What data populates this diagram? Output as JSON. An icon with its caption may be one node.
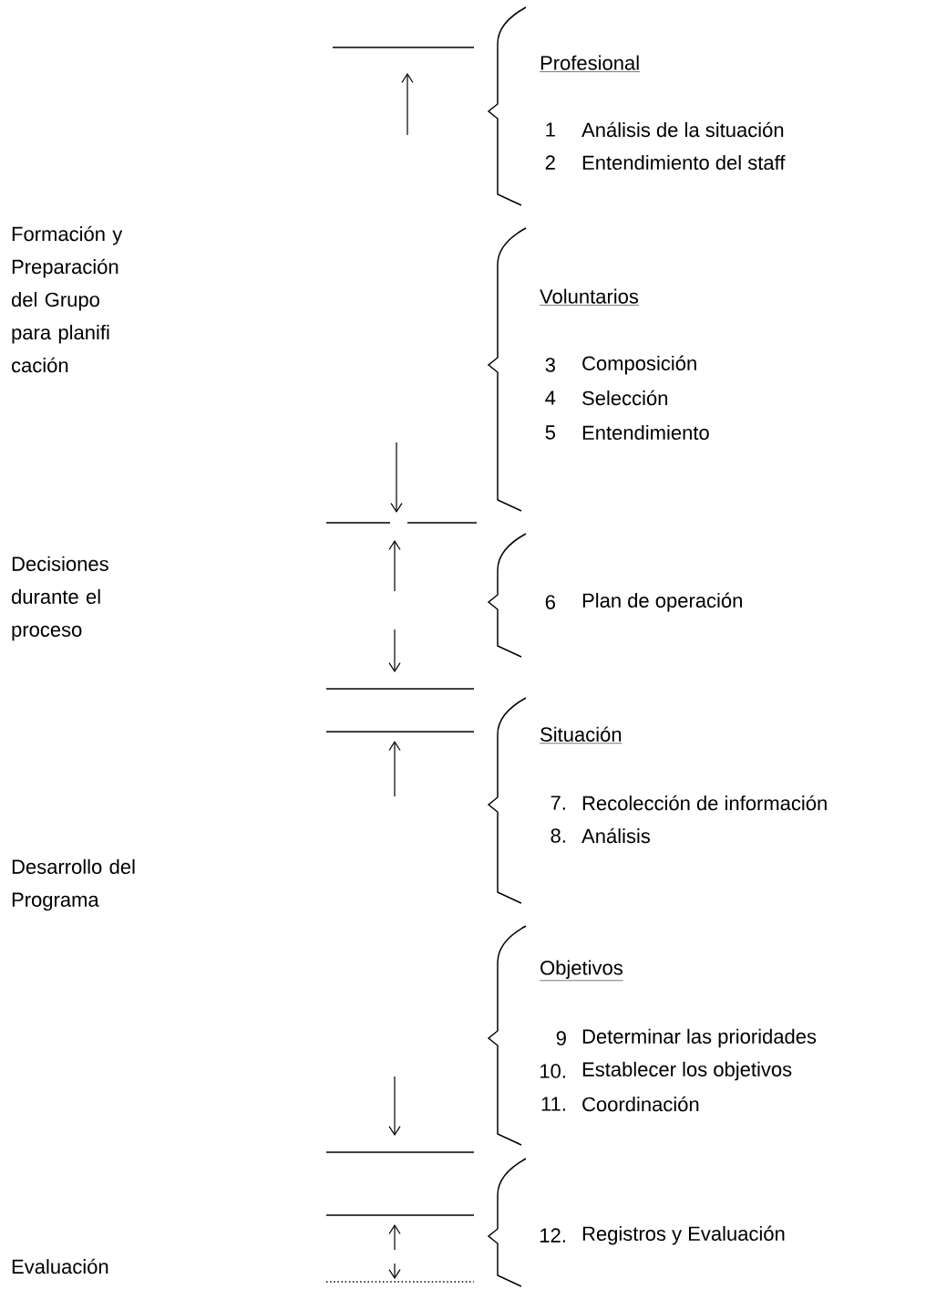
{
  "diagram": {
    "labels": [
      "Profesional",
      "1",
      "Análisis de la situación",
      "2",
      "Entendimiento del staff",
      "Formación y Preparación del Grupo para planifi cación",
      "Voluntarios",
      "3",
      "Composición",
      "4",
      "Selección",
      "5",
      "Entendimiento",
      "Decisiones durante el proceso",
      "6",
      "Plan de operación",
      "Situación",
      "7.",
      "Recolección de información",
      "8.",
      "Análisis",
      "Desarrollo del Programa",
      "Objetivos",
      "9",
      "Determinar las prioridades",
      "10.",
      "Establecer los objetivos",
      "11.",
      "Coordinación",
      "12.",
      "Registros y Evaluación",
      "Evaluación"
    ]
  }
}
